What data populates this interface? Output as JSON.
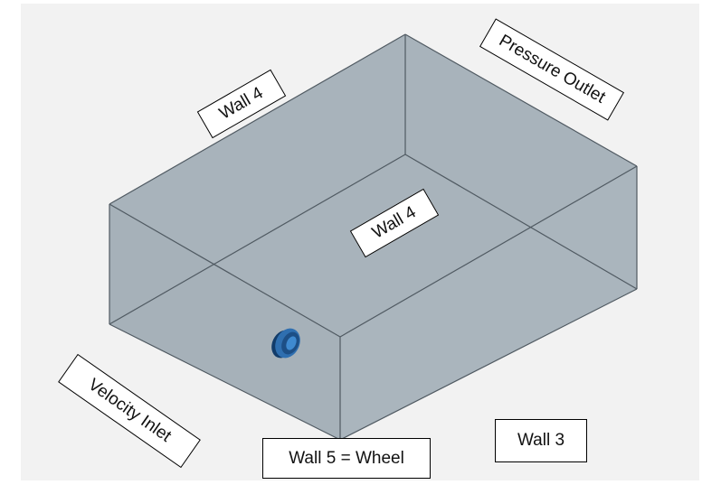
{
  "colors": {
    "domain_fill": "#a8b3bb",
    "domain_edge": "#505a62",
    "wheel_fill": "#2f6fb0",
    "wheel_dark": "#123c6a",
    "background": "#f2f2f2"
  },
  "labels": {
    "wall4_top": "Wall 4",
    "pressure_outlet": "Pressure Outlet",
    "wall4_center": "Wall 4",
    "velocity_inlet": "Velocity Inlet",
    "wall5": "Wall 5 = Wheel",
    "wall3": "Wall 3"
  }
}
